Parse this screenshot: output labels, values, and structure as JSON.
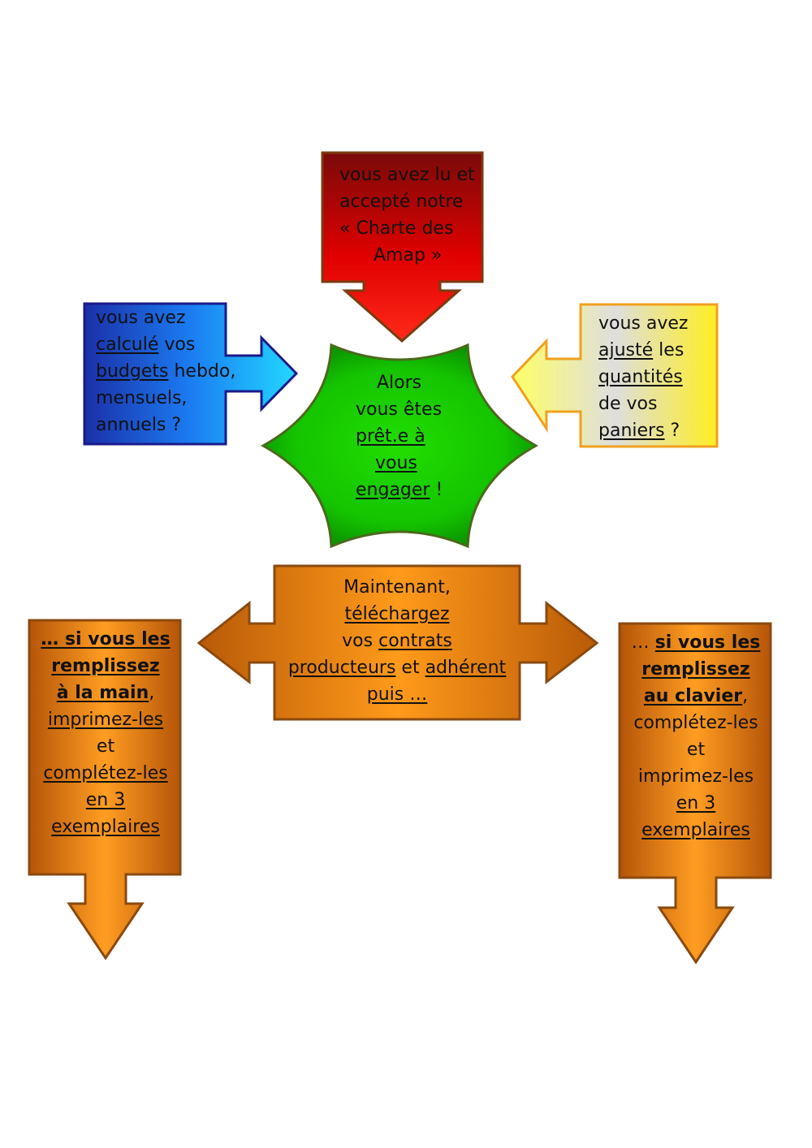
{
  "top_box": {
    "line1": "vous avez lu et",
    "line2": "accepté notre",
    "line3": "« Charte des",
    "line4": "Amap »"
  },
  "left_box": {
    "line1": "vous avez",
    "line2_u": "calculé",
    "line2_rest": " vos",
    "line3_u": "budgets",
    "line3_rest": " hebdo,",
    "line4": "mensuels,",
    "line5": "annuels ?"
  },
  "right_box": {
    "line1": "vous avez",
    "line2_u": "ajusté",
    "line2_rest": " les",
    "line3_u": "quantités",
    "line4": "de vos",
    "line5_u": "paniers",
    "line5_rest": " ?"
  },
  "center_star": {
    "line1": "Alors",
    "line2": "vous êtes",
    "line3_u": "prêt.e à",
    "line4_u": "vous",
    "line5_u": "engager",
    "line5_rest": " !"
  },
  "middle_box": {
    "line1": "Maintenant,",
    "line2_u": "téléchargez",
    "line3_pre": "vos ",
    "line3_u": "contrats",
    "line4_u1": "producteurs",
    "line4_mid": " et ",
    "line4_u2": "adhérent",
    "line5_u": "puis …"
  },
  "bottom_left": {
    "line1": "… si vous les",
    "line2": "remplissez",
    "line3_u": "à la main",
    "line3_rest": ",",
    "line4_u": "imprimez-les",
    "line5": "et",
    "line6_u": "complétez-les",
    "line7_u": "en 3",
    "line8_u": "exemplaires"
  },
  "bottom_right": {
    "line1_pre": "… ",
    "line1_u": "si vous les",
    "line2": "remplissez",
    "line3_u": "au clavier",
    "line3_rest": ",",
    "line4": "complétez-les",
    "line5": "et",
    "line6": "imprimez-les",
    "line7_u": "en 3",
    "line8_u": "exemplaires"
  },
  "colors": {
    "red": "#d40000",
    "blue": "#1a6cff",
    "yellow": "#ffee44",
    "green": "#1bd400",
    "orange": "#f08a10"
  }
}
